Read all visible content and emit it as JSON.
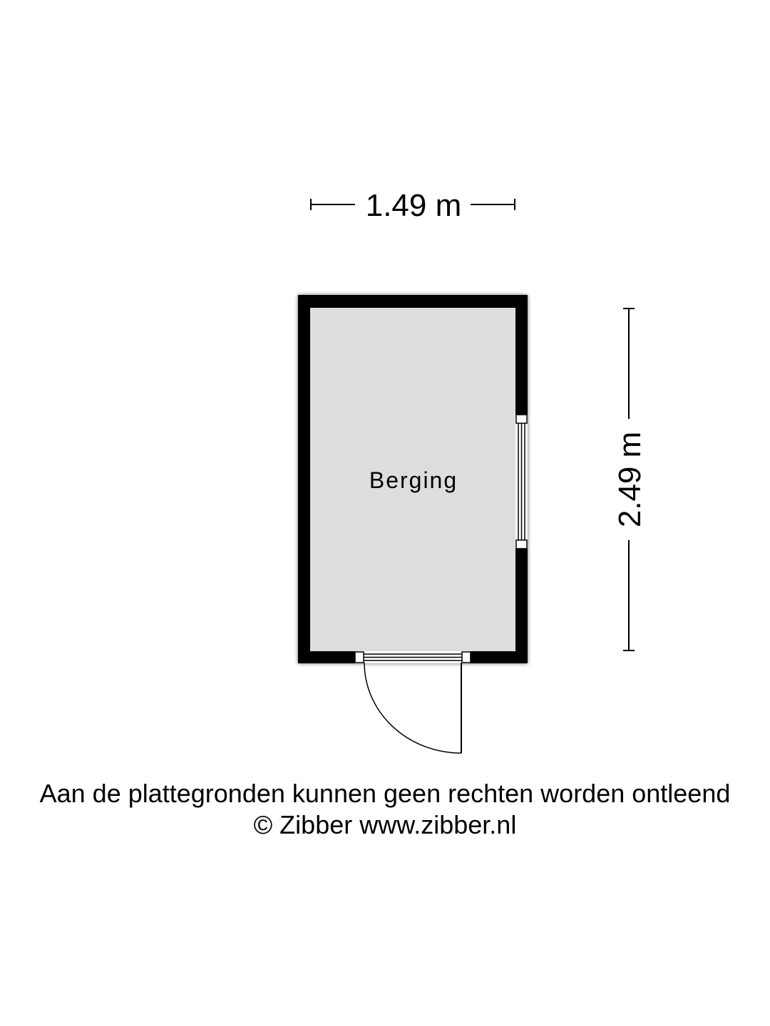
{
  "floorplan": {
    "width_dimension": "1.49 m",
    "height_dimension": "2.49 m",
    "room_name": "Berging",
    "colors": {
      "wall": "#000000",
      "floor": "#dddddd",
      "background": "#ffffff"
    }
  },
  "footer": {
    "disclaimer": "Aan de plattegronden kunnen geen rechten worden ontleend",
    "copyright": "© Zibber www.zibber.nl"
  }
}
